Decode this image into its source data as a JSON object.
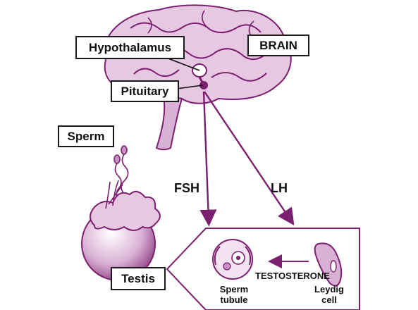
{
  "labels": {
    "brain": "BRAIN",
    "hypothalamus": "Hypothalamus",
    "pituitary": "Pituitary",
    "sperm": "Sperm",
    "testis": "Testis",
    "fsh": "FSH",
    "lh": "LH",
    "testosterone": "TESTOSTERONE",
    "sperm_tubule_line1": "Sperm",
    "sperm_tubule_line2": "tubule",
    "leydig_line1": "Leydig",
    "leydig_line2": "cell"
  },
  "colors": {
    "accent": "#7b1f6f",
    "fill_light": "#e6c8e3",
    "fill_mid": "#c98fc2",
    "outline": "#1a1a1a"
  }
}
